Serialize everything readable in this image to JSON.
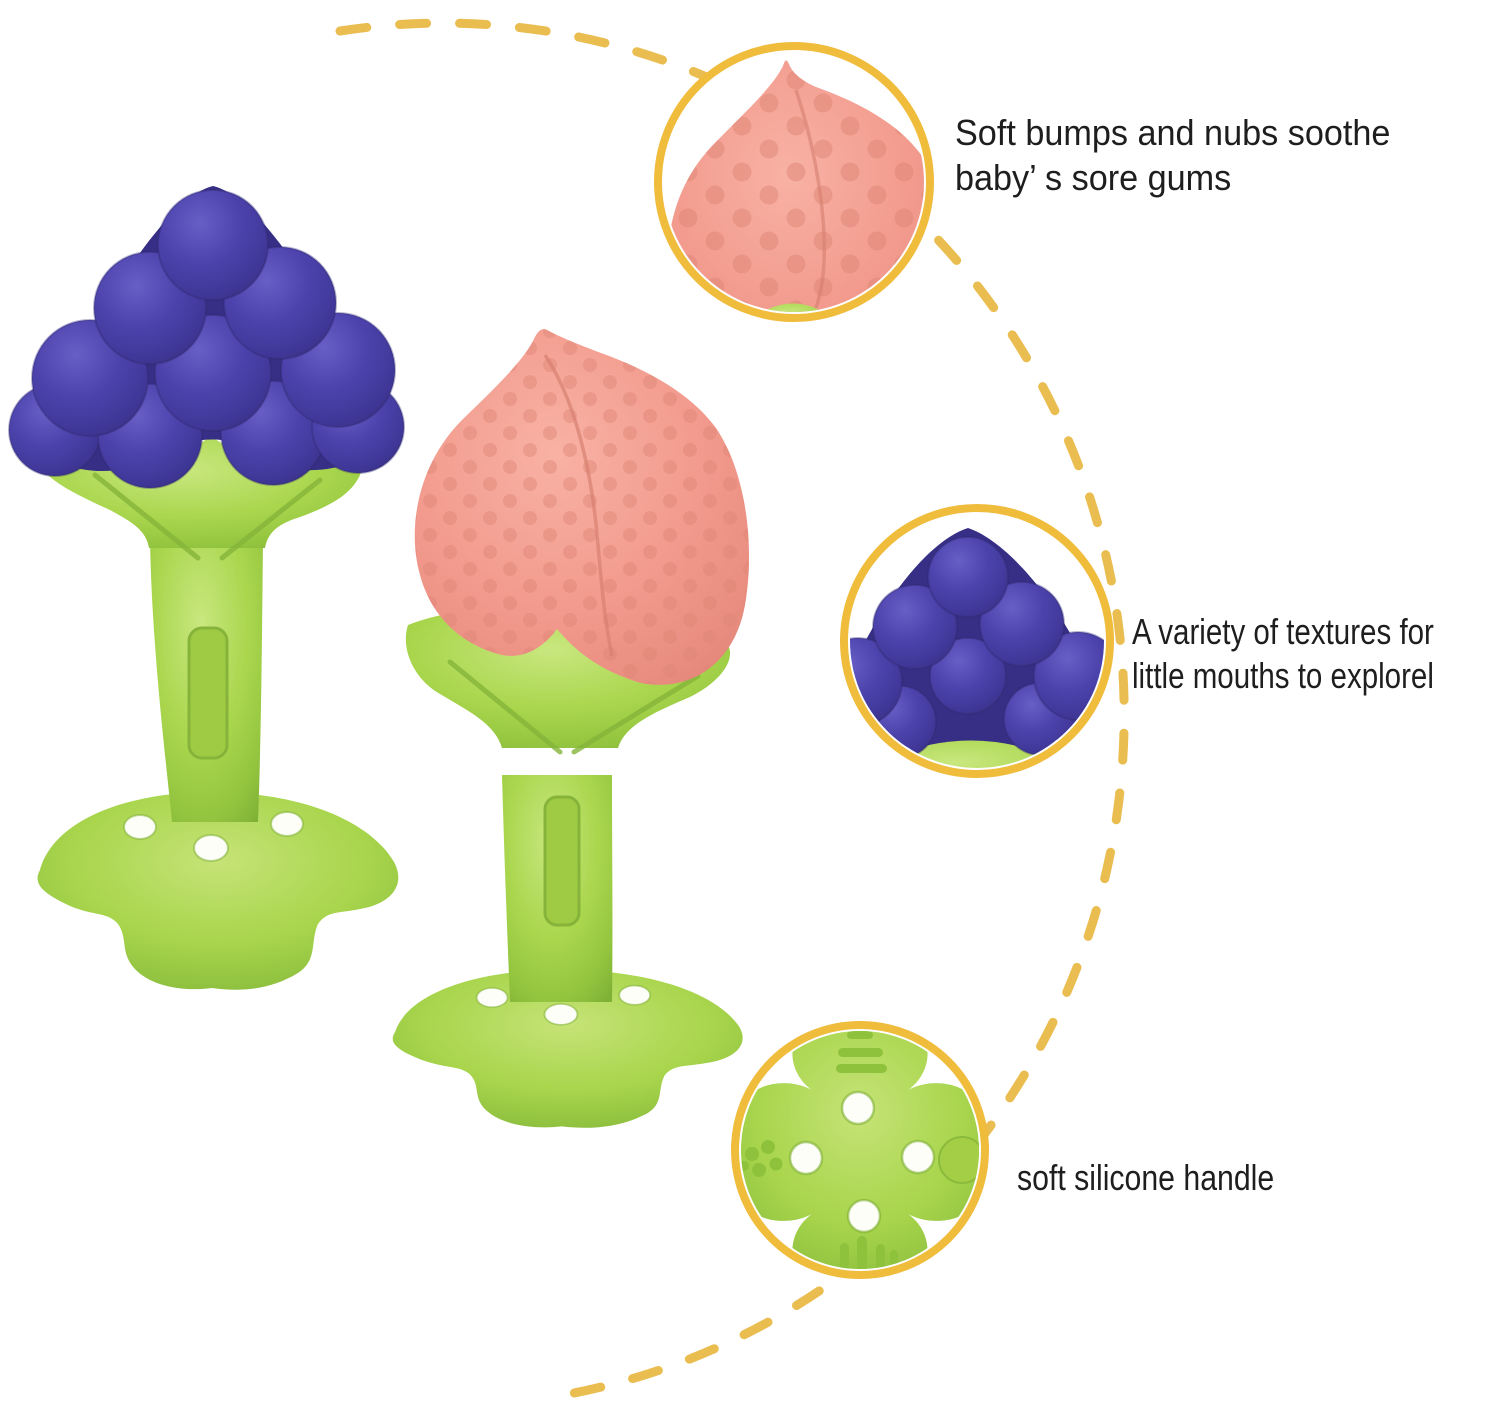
{
  "page": {
    "type": "product-feature-infographic",
    "background": "#ffffff"
  },
  "products": [
    {
      "id": "grape-teether",
      "description": "grape-shaped silicone teether"
    },
    {
      "id": "peach-teether",
      "description": "peach-shaped silicone teether"
    }
  ],
  "callouts": [
    {
      "id": "soft-bumps",
      "lines": [
        "Soft bumps and nubs soothe",
        "baby’ s sore gums"
      ]
    },
    {
      "id": "textures",
      "lines": [
        "A variety of textures for",
        "little mouths to explorel"
      ]
    },
    {
      "id": "silicone-handle",
      "lines": [
        "soft silicone handle"
      ]
    }
  ],
  "colors": {
    "grape_purple": "#453C9E",
    "peach_coral": "#F1998C",
    "stem_green": "#A7D54C",
    "ring_gold": "#F0BC3C",
    "dash_gold": "#EABD50",
    "text": "#1E1E1E"
  }
}
